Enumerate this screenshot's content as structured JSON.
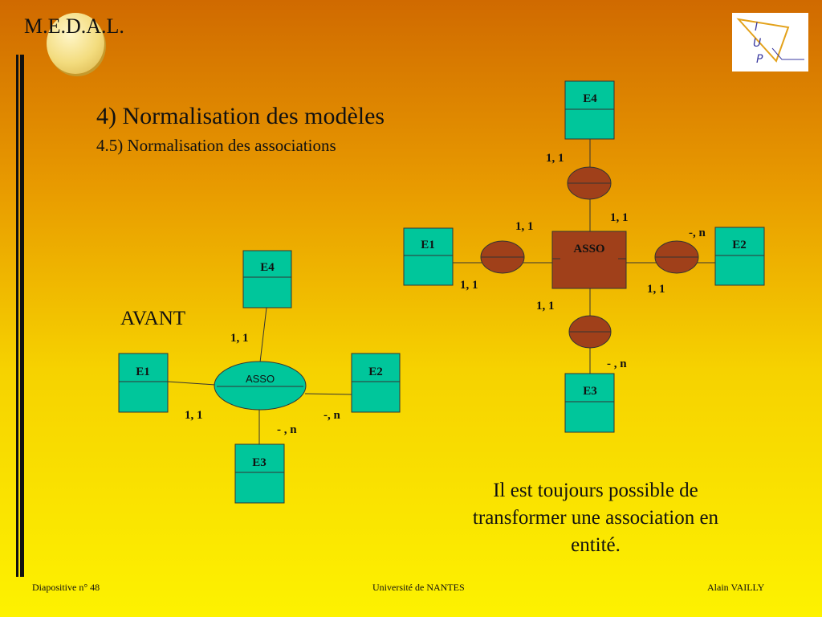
{
  "header": {
    "medal_title": "M.E.D.A.L.",
    "title": "4) Normalisation des modèles",
    "subtitle": "4.5) Normalisation des associations",
    "logo_icon": "iup-miage-nantes-logo"
  },
  "avant": {
    "label": "AVANT",
    "entities": {
      "e4": "E4",
      "e1": "E1",
      "e2": "E2",
      "e3": "E3"
    },
    "association": "ASSO",
    "cardinalities": {
      "e4": "1, 1",
      "e1": "1, 1",
      "e2": "-, n",
      "e3": "- , n"
    }
  },
  "apres": {
    "entities": {
      "e4": "E4",
      "e1": "E1",
      "e2": "E2",
      "e3": "E3",
      "asso": "ASSO"
    },
    "cardinalities": {
      "e4_side": "1, 1",
      "e4_asso_side": "1, 1",
      "e1_asso_side": "1, 1",
      "e1_side": "1, 1",
      "e2_side": "-, n",
      "e2_asso_side": "1, 1",
      "e3_asso_side": "1, 1",
      "e3_side": "- , n"
    }
  },
  "conclusion": "Il est toujours possible de transformer une association en entité.",
  "footer": {
    "slide": "Diapositive n° 48",
    "university": "Université de NANTES",
    "author": "Alain VAILLY"
  },
  "colors": {
    "entity_fill": "#00c69b",
    "association_new_fill": "#a0401a",
    "association_old_fill": "#00c69b"
  }
}
